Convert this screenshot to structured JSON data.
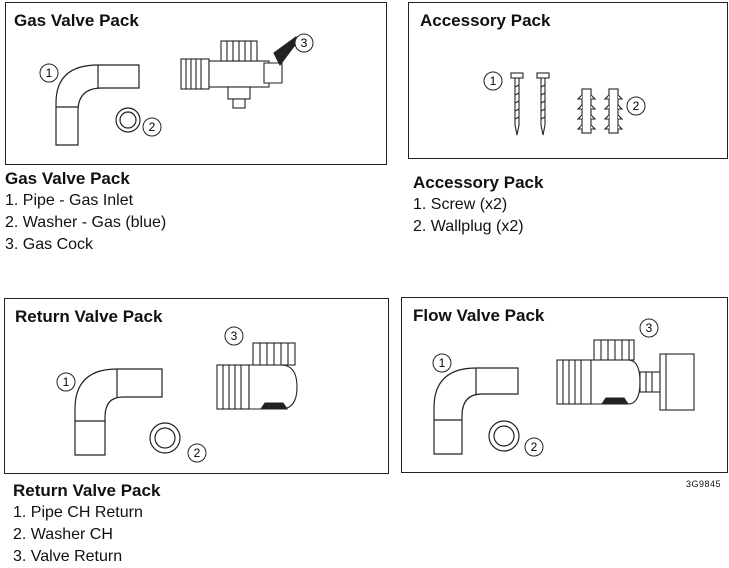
{
  "panels": {
    "gas": {
      "title": "Gas Valve Pack"
    },
    "accessory": {
      "title": "Accessory Pack"
    },
    "return": {
      "title": "Return Valve Pack"
    },
    "flow": {
      "title": "Flow Valve Pack"
    }
  },
  "legends": {
    "gas": {
      "title": "Gas Valve Pack",
      "items": [
        "1. Pipe - Gas Inlet",
        "2. Washer - Gas (blue)",
        "3. Gas Cock"
      ]
    },
    "accessory": {
      "title": "Accessory Pack",
      "items": [
        "1. Screw (x2)",
        "2. Wallplug (x2)"
      ]
    },
    "return": {
      "title": "Return Valve Pack",
      "items": [
        "1. Pipe CH Return",
        "2. Washer CH",
        "3. Valve Return"
      ]
    }
  },
  "callouts": {
    "gas": [
      "1",
      "2",
      "3"
    ],
    "accessory": [
      "1",
      "2"
    ],
    "return": [
      "1",
      "2",
      "3"
    ],
    "flow": [
      "1",
      "2",
      "3"
    ]
  },
  "reference_code": "3G9845"
}
